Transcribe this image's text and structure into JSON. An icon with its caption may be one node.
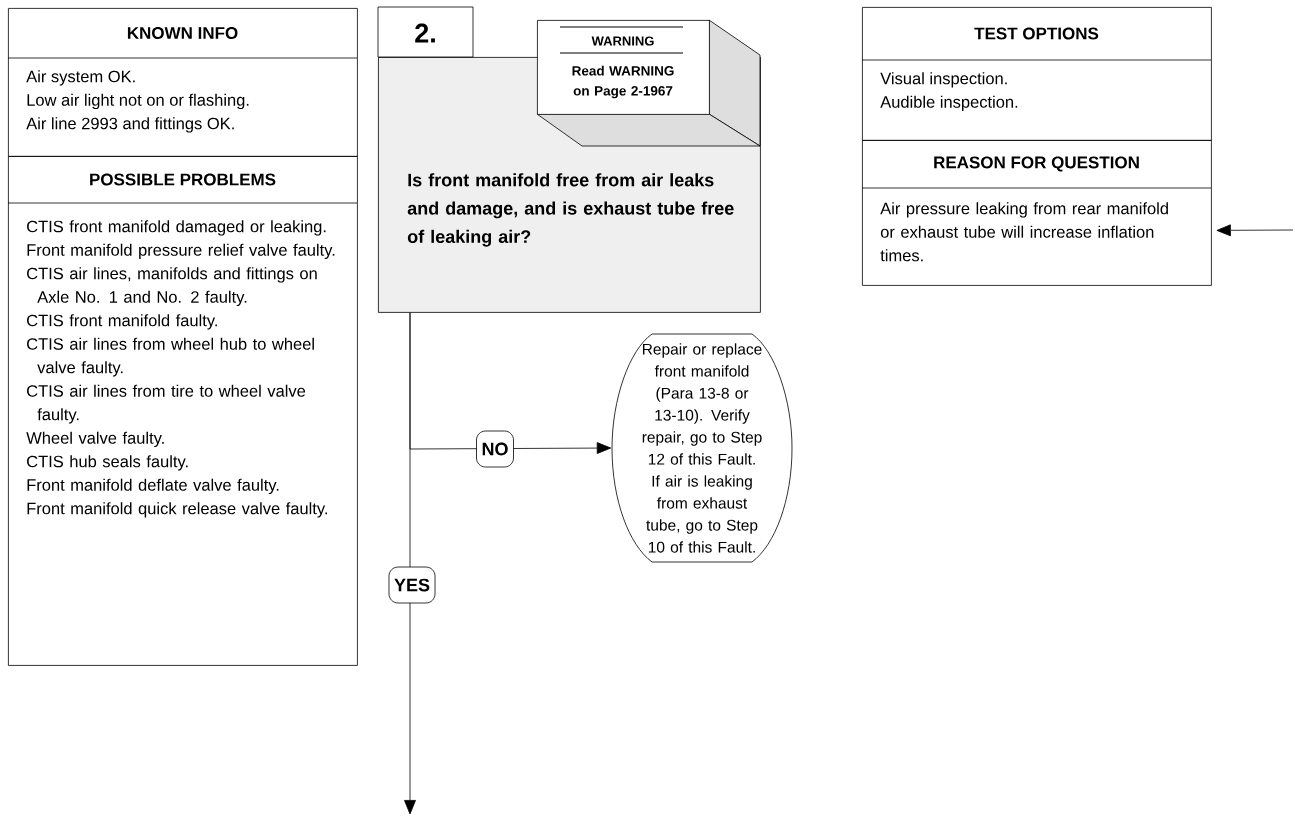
{
  "diagram": {
    "nodes": [
      {
        "text": [
          "KNOWN INFO",
          "Air system OK.",
          "Low air light not on or flashing.",
          "Air line 2993 and fittings OK."
        ]
      },
      {
        "text": [
          "POSSIBLE PROBLEMS",
          "CTIS front manifold damaged or leaking.",
          "Front manifold pressure relief valve faulty.",
          "CTIS air lines, manifolds and fittings on Axle No. 1 and No. 2 faulty.",
          "CTIS front manifold faulty.",
          "CTIS air lines from wheel hub to wheel valve faulty.",
          "CTIS air lines from tire to wheel valve faulty.",
          "Wheel valve faulty.",
          "CTIS hub seals faulty.",
          "Front manifold deflate valve faulty.",
          "Front manifold quick release valve faulty."
        ]
      },
      {
        "text": [
          "2.",
          "Is front manifold free from air leaks and damage, and is exhaust tube free of leaking air?"
        ]
      },
      {
        "text": [
          "WARNING",
          "Read WARNING on Page 2-1967"
        ]
      },
      {
        "text": [
          "TEST OPTIONS",
          "Visual inspection.",
          "Audible inspection."
        ]
      },
      {
        "text": [
          "REASON FOR QUESTION",
          "Air pressure leaking from rear manifold or exhaust tube will increase inflation times."
        ]
      },
      {
        "text": [
          "Repair or replace front manifold (Para 13-8 or 13-10). Verify repair, go to Step 12 of this Fault. If air is leaking from exhaust tube, go to Step 10 of this Fault."
        ]
      }
    ],
    "edges": [
      {
        "from": 2,
        "to": 6,
        "arrow": "to",
        "label": "NO"
      },
      {
        "from": 2,
        "to": null,
        "arrow": "to",
        "label": "YES"
      },
      {
        "from": null,
        "to": 5,
        "arrow": "to"
      }
    ]
  }
}
